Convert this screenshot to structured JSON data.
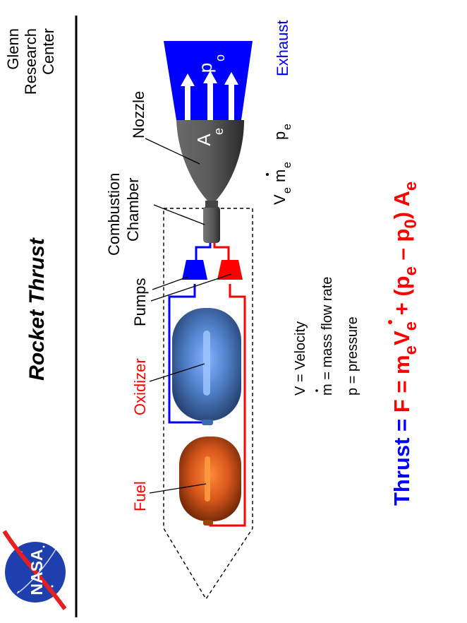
{
  "header": {
    "title": "Rocket  Thrust",
    "center_lines": [
      "Glenn",
      "Research",
      "Center"
    ],
    "logo_text": "NASA"
  },
  "labels": {
    "fuel": "Fuel",
    "oxidizer": "Oxidizer",
    "pumps": "Pumps",
    "combustion_line1": "Combustion",
    "combustion_line2": "Chamber",
    "nozzle": "Nozzle",
    "exhaust": "Exhaust"
  },
  "symbols": {
    "p": "p",
    "p_sub": "o",
    "a": "A",
    "a_sub": "e",
    "v": "V",
    "v_sub": "e",
    "m": "m",
    "m_sub": "e",
    "pe": "p",
    "pe_sub": "e"
  },
  "legend": [
    {
      "sym": "V",
      "def": " = Velocity"
    },
    {
      "sym": "m",
      "def": " = mass flow rate"
    },
    {
      "sym": "p",
      "def": " = pressure"
    }
  ],
  "equation": {
    "lead": "Thrust = ",
    "f": "F",
    "eq": " = ",
    "m": "m",
    "sub_e": "e",
    "v": "V",
    "plus": " + (",
    "p": "p",
    "minus": " – ",
    "p0": "p",
    "sub_0": "0",
    "close": ") ",
    "a": "A"
  },
  "colors": {
    "fuel_red": "#ff0000",
    "oxidizer_blue": "#0000ff",
    "exhaust_blue": "#0000ee",
    "equation_red": "#ff0000",
    "thrust_blue": "#0000ff"
  }
}
